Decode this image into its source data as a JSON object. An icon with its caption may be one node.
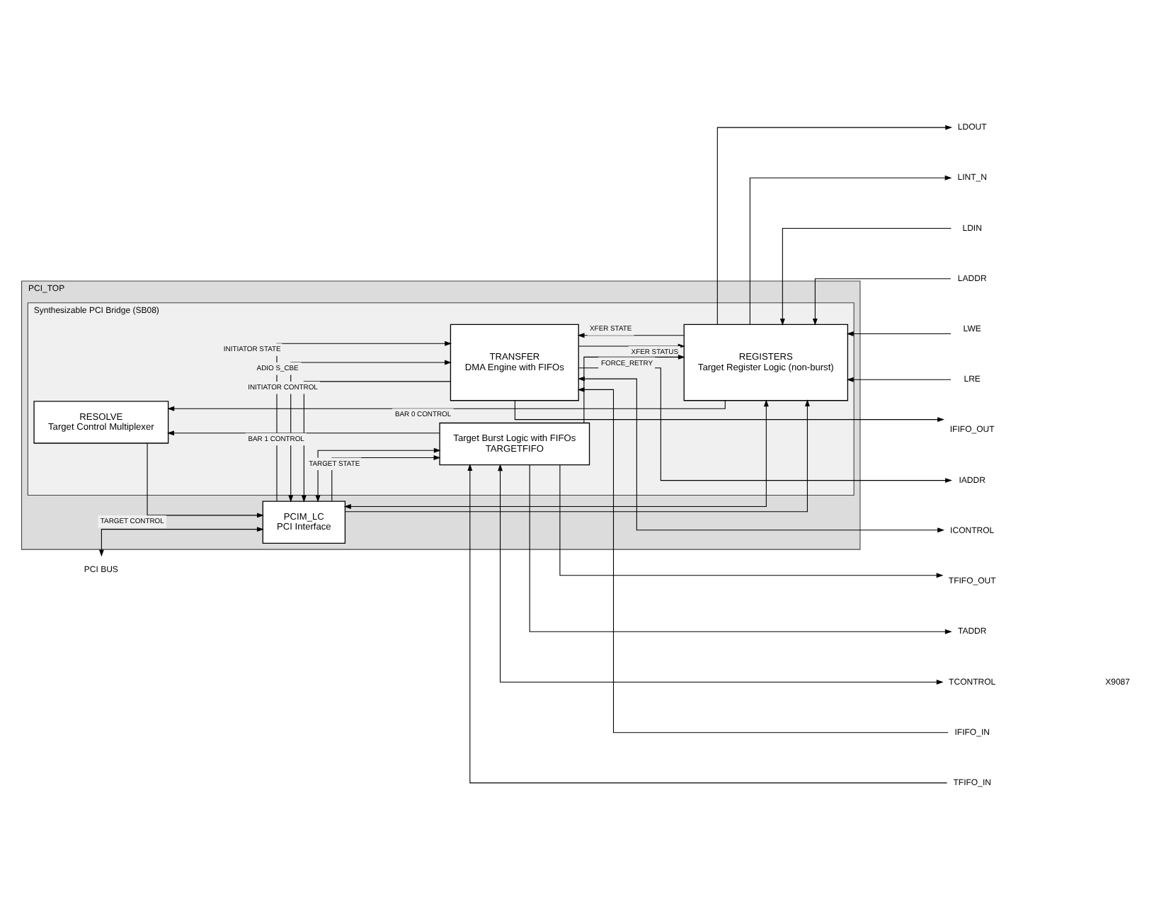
{
  "diagram": {
    "nodes": [
      {
        "text": [
          "PCI_TOP"
        ]
      },
      {
        "text": [
          "PCIM_LC",
          "PCI Interface"
        ],
        "in": 0
      },
      {
        "text": [
          "Synthesizable PCI Bridge (SB08)"
        ],
        "in": 0
      },
      {
        "text": [
          "TRANSFER",
          "DMA Engine with FIFOs"
        ],
        "in": 2
      },
      {
        "text": [
          "RESOLVE",
          "Target Control Multiplexer"
        ],
        "in": 2
      },
      {
        "text": [
          "REGISTERS",
          "Target Register Logic (non-burst)"
        ],
        "in": 2
      },
      {
        "text": [
          "Target Burst Logic with FIFOs",
          "TARGETFIFO"
        ],
        "in": 2
      },
      {
        "text": [
          "PCI BUS"
        ]
      },
      {
        "text": [
          "IFIFO_OUT"
        ]
      },
      {
        "text": [
          "IFIFO_IN"
        ]
      },
      {
        "text": [
          "IADDR"
        ]
      },
      {
        "text": [
          "ICONTROL"
        ]
      },
      {
        "text": [
          "LDOUT"
        ]
      },
      {
        "text": [
          "LDIN"
        ]
      },
      {
        "text": [
          "LADDR"
        ]
      },
      {
        "text": [
          "LWE"
        ]
      },
      {
        "text": [
          "LRE"
        ]
      },
      {
        "text": [
          "LINT_N"
        ]
      },
      {
        "text": [
          "TFIFO_OUT"
        ]
      },
      {
        "text": [
          "TFIFO_IN"
        ]
      },
      {
        "text": [
          "TADDR"
        ]
      },
      {
        "text": [
          "TCONTROL"
        ]
      }
    ],
    "edges": [
      {
        "from": 7,
        "to": 1,
        "arrow": "both"
      },
      {
        "from": 1,
        "to": 3,
        "arrow": "to",
        "label": "INITIATOR STATE"
      },
      {
        "from": 3,
        "to": 1,
        "arrow": "to",
        "label": "INITIATOR CONTROL"
      },
      {
        "from": 1,
        "to": 3,
        "arrow": "both",
        "label": "ADIO S_CBE"
      },
      {
        "from": 1,
        "to": 5,
        "arrow": "both"
      },
      {
        "from": 1,
        "to": 6,
        "arrow": "both"
      },
      {
        "from": 3,
        "to": 5,
        "arrow": "to",
        "label": "XFER STATUS"
      },
      {
        "from": 5,
        "to": 3,
        "arrow": "to",
        "label": "XFER STATE"
      },
      {
        "from": 5,
        "to": 4,
        "arrow": "to",
        "label": "BAR 0 CONTROL"
      },
      {
        "from": 4,
        "to": 1,
        "arrow": "to",
        "label": "TARGET CONTROL"
      },
      {
        "from": 6,
        "to": 5,
        "arrow": "to",
        "label": "FORCE_RETRY"
      },
      {
        "from": 6,
        "to": 4,
        "arrow": "to",
        "label": "BAR 1 CONTROL"
      },
      {
        "from": 1,
        "to": 6,
        "arrow": "to",
        "label": "TARGET STATE"
      },
      {
        "from": 1,
        "to": 5,
        "arrow": "to"
      },
      {
        "from": 3,
        "to": 8,
        "arrow": "to"
      },
      {
        "from": 9,
        "to": 3,
        "arrow": "to"
      },
      {
        "from": 3,
        "to": 10,
        "arrow": "to"
      },
      {
        "from": 3,
        "to": 11,
        "arrow": "both"
      },
      {
        "from": 5,
        "to": 12,
        "arrow": "to"
      },
      {
        "from": 13,
        "to": 5,
        "arrow": "to"
      },
      {
        "from": 14,
        "to": 5,
        "arrow": "to"
      },
      {
        "from": 15,
        "to": 5,
        "arrow": "to"
      },
      {
        "from": 16,
        "to": 5,
        "arrow": "to"
      },
      {
        "from": 5,
        "to": 17,
        "arrow": "to"
      },
      {
        "from": 6,
        "to": 18,
        "arrow": "to"
      },
      {
        "from": 19,
        "to": 6,
        "arrow": "to"
      },
      {
        "from": 6,
        "to": 20,
        "arrow": "to"
      },
      {
        "from": 6,
        "to": 21,
        "arrow": "both"
      }
    ],
    "labels": [
      "X9087"
    ]
  }
}
